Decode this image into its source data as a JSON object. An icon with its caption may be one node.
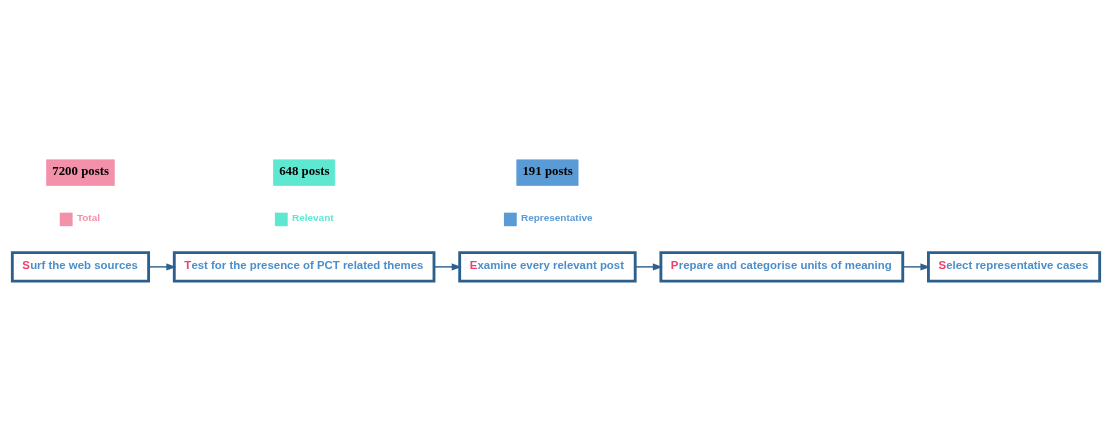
{
  "diagram": {
    "nodes": [
      {
        "text": [
          "Surf the web sources"
        ]
      },
      {
        "text": [
          "Test for the presence of PCT related themes"
        ]
      },
      {
        "text": [
          "Examine every relevant post"
        ]
      },
      {
        "text": [
          "Prepare and categorise units of meaning"
        ]
      },
      {
        "text": [
          "Select representative cases"
        ]
      },
      {
        "text": [
          "7200 posts"
        ]
      },
      {
        "text": [
          "648 posts"
        ]
      },
      {
        "text": [
          "191 posts"
        ]
      }
    ],
    "edges": [
      {
        "from": 0,
        "to": 1,
        "arrow": "to"
      },
      {
        "from": 1,
        "to": 2,
        "arrow": "to"
      },
      {
        "from": 2,
        "to": 3,
        "arrow": "to"
      },
      {
        "from": 3,
        "to": 4,
        "arrow": "to"
      }
    ],
    "legend": [
      {
        "text": "Total",
        "color": "#f291a9"
      },
      {
        "text": "Relevant",
        "color": "#5ee8d2"
      },
      {
        "text": "Representative",
        "color": "#5b9bd5"
      }
    ]
  }
}
